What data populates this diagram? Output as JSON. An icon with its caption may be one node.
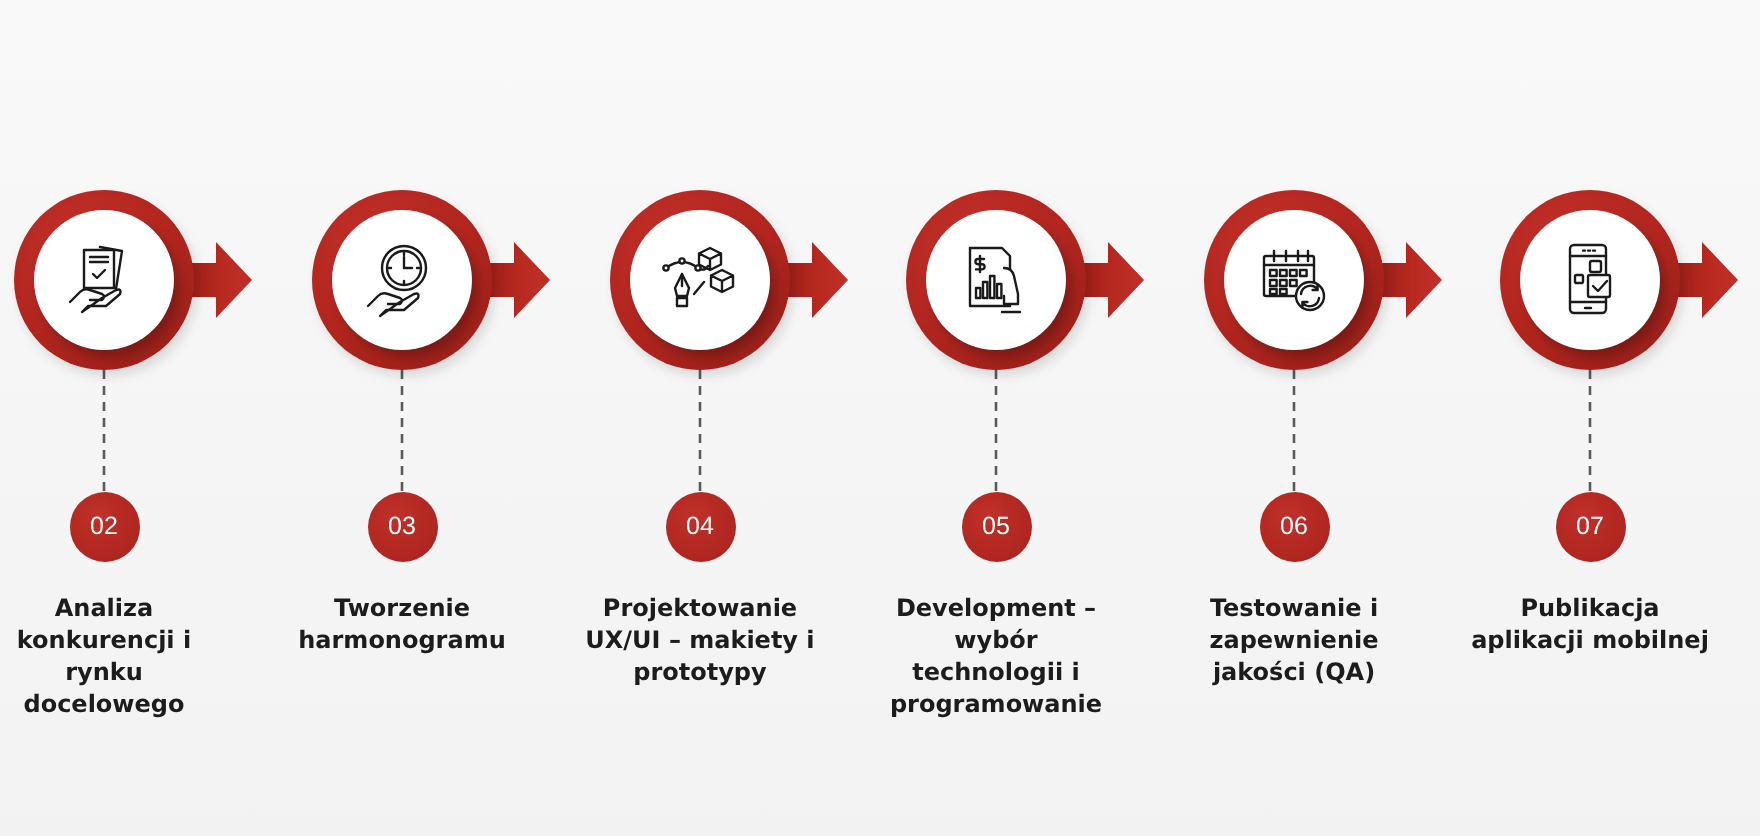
{
  "diagram": {
    "nodes": [
      {
        "text": [],
        "shape": "circle"
      },
      {
        "text": [],
        "shape": "circle"
      },
      {
        "text": [],
        "shape": "circle"
      },
      {
        "text": [],
        "shape": "circle"
      },
      {
        "text": [],
        "shape": "circle"
      },
      {
        "text": [],
        "shape": "circle"
      },
      {
        "text": [
          "02"
        ],
        "beside": [
          "Analiza konkurencji i rynku docelowego"
        ]
      },
      {
        "text": [
          "03"
        ],
        "beside": [
          "Tworzenie harmonogramu"
        ]
      },
      {
        "text": [
          "04"
        ],
        "beside": [
          "Projektowanie UX/UI – makiety i prototypy"
        ]
      },
      {
        "text": [
          "05"
        ],
        "beside": [
          "Development – wybór technologii i programowanie"
        ]
      },
      {
        "text": [
          "06"
        ],
        "beside": [
          "Testowanie i zapewnienie jakości (QA)"
        ]
      },
      {
        "text": [
          "07"
        ],
        "beside": [
          "Publikacja aplikacji mobilnej"
        ]
      }
    ],
    "edges": [
      {
        "from": 0,
        "to": 6,
        "arrow": "none",
        "style": "dashed"
      },
      {
        "from": 1,
        "to": 7,
        "arrow": "none",
        "style": "dashed"
      },
      {
        "from": 2,
        "to": 8,
        "arrow": "none",
        "style": "dashed"
      },
      {
        "from": 3,
        "to": 9,
        "arrow": "none",
        "style": "dashed"
      },
      {
        "from": 4,
        "to": 10,
        "arrow": "none",
        "style": "dashed"
      },
      {
        "from": 5,
        "to": 11,
        "arrow": "none",
        "style": "dashed"
      }
    ]
  }
}
